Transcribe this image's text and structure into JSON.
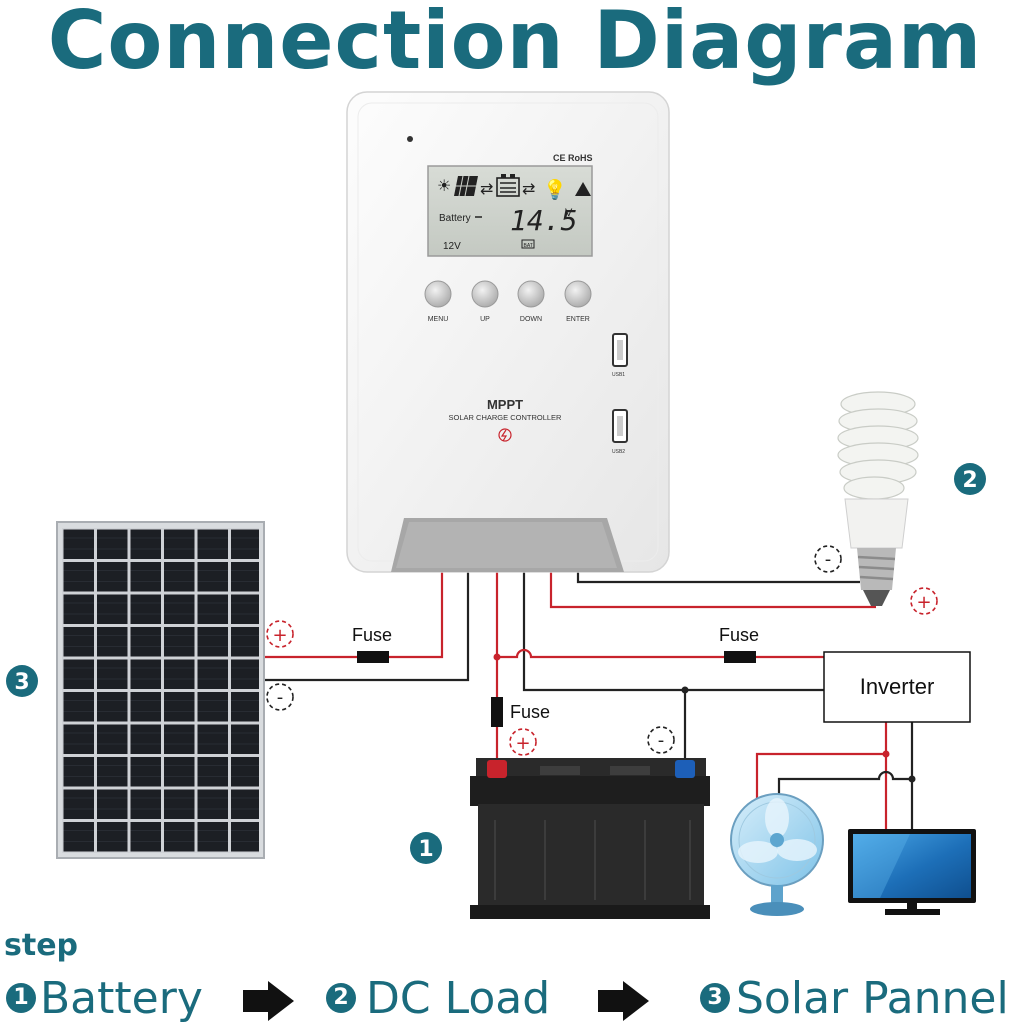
{
  "title": "Connection Diagram",
  "controller": {
    "marks": "CE RoHS",
    "lcd_battery_label": "Battery",
    "lcd_voltage": "14.5",
    "lcd_unit": "V",
    "lcd_system_voltage": "12V",
    "lcd_bat_icon": "BAT",
    "buttons": [
      "MENU",
      "UP",
      "DOWN",
      "ENTER"
    ],
    "usb_ports": [
      "USB1",
      "USB2"
    ],
    "brand": "MPPT",
    "subtitle": "SOLAR CHARGE CONTROLLER"
  },
  "labels": {
    "fuse_solar": "Fuse",
    "fuse_inverter": "Fuse",
    "fuse_battery": "Fuse",
    "inverter": "Inverter",
    "plus": "+",
    "minus": "-"
  },
  "badges": {
    "battery": "1",
    "dc_load": "2",
    "solar": "3"
  },
  "steps": {
    "heading": "step",
    "items": [
      {
        "num": "1",
        "label": "Battery"
      },
      {
        "num": "2",
        "label": "DC Load"
      },
      {
        "num": "3",
        "label": "Solar Pannel"
      }
    ]
  },
  "colors": {
    "accent": "#1a6b7d",
    "wire_positive": "#c8232c",
    "wire_negative": "#222222"
  }
}
